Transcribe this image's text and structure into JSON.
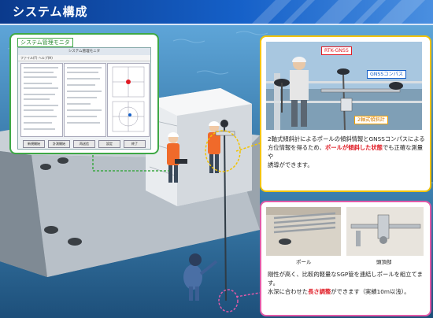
{
  "header": {
    "title": "システム構成"
  },
  "monitor": {
    "label": "システム管理モニタ",
    "window_title": "システム管理モニタ",
    "menu": "ファイル(F)  ヘルプ(H)",
    "buttons": [
      "新規開始",
      "計測開始",
      "再送信",
      "設定",
      "終了"
    ]
  },
  "yellow_callout": {
    "tag_rtk": "RTK-GNSS",
    "tag_compass": "GNSSコンパス",
    "tag_tilt": "2軸式傾斜計",
    "desc_line1": "2軸式傾斜計によるポールの傾斜情報とGNSSコンパスによる",
    "desc_line2_pre": "方位情報を得るため、",
    "desc_line2_red": "ポールが傾斜した状態",
    "desc_line2_post": "でも正確な測量や",
    "desc_line3": "誘導ができます。"
  },
  "pink_callout": {
    "cap_pole": "ポール",
    "cap_top": "頭頂部",
    "desc_line1": "剛性が高く、比較的軽量なSGP管を連結しポールを組立てます。",
    "desc_line2_pre": "水深に合わせた",
    "desc_line2_red": "長さ調整",
    "desc_line2_post": "ができます（実績10m以浅）。"
  },
  "colors": {
    "banner": "#1560c8",
    "monitor_border": "#3ea845",
    "yellow_border": "#f2c300",
    "pink_border": "#e05aa8",
    "highlight": "#e01b24",
    "sea": "#4a8fc0"
  }
}
